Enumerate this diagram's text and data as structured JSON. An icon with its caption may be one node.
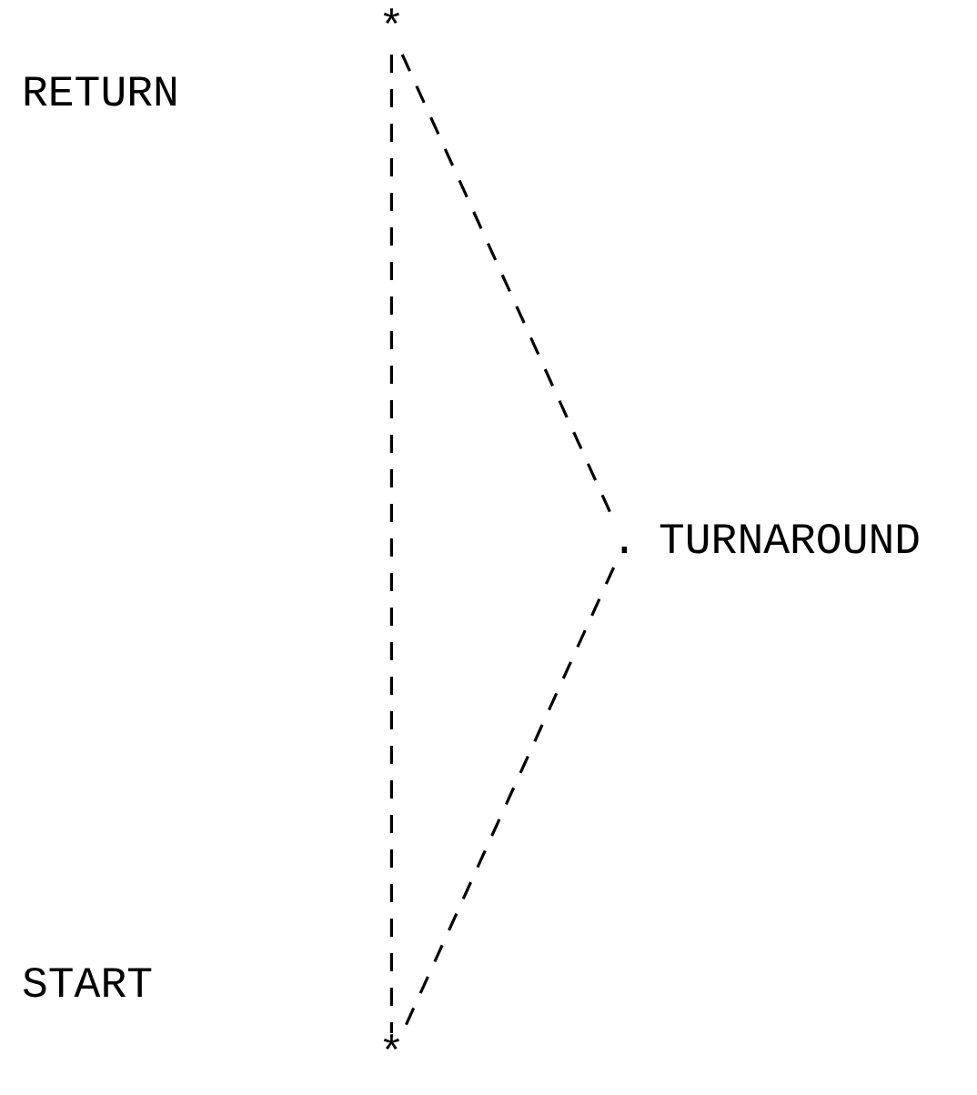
{
  "diagram": {
    "nodes": [
      {
        "text": [
          "*"
        ]
      },
      {
        "text": [
          "."
        ],
        "beside": [
          "TURNAROUND"
        ]
      },
      {
        "text": [
          "*"
        ]
      }
    ],
    "edges": [
      {
        "from": 0,
        "to": 2,
        "arrow": "none",
        "style": "dashed"
      },
      {
        "from": 0,
        "to": 1,
        "arrow": "none",
        "style": "dashed"
      },
      {
        "from": 1,
        "to": 2,
        "arrow": "none",
        "style": "dashed"
      }
    ],
    "labels": [
      "RETURN",
      "START"
    ]
  }
}
